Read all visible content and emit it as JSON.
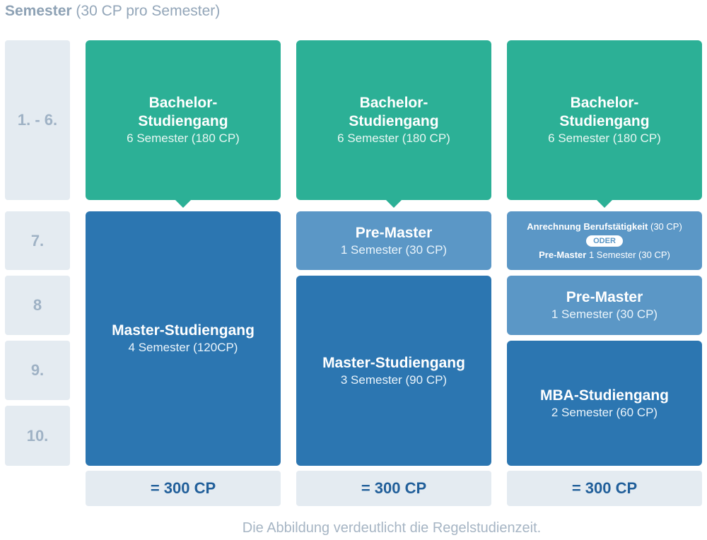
{
  "header": {
    "title": "Semester",
    "subtitle": "(30 CP pro Semester)"
  },
  "semesters": [
    "1. - 6.",
    "7.",
    "8",
    "9.",
    "10."
  ],
  "columns": [
    {
      "bachelor": {
        "title_line1": "Bachelor-",
        "title_line2": "Studiengang",
        "sub": "6 Semester (180 CP)"
      },
      "master": {
        "title": "Master-Studiengang",
        "sub": "4 Semester (120CP)"
      },
      "total": "= 300 CP"
    },
    {
      "bachelor": {
        "title_line1": "Bachelor-",
        "title_line2": "Studiengang",
        "sub": "6 Semester (180 CP)"
      },
      "premaster": {
        "title": "Pre-Master",
        "sub": "1 Semester (30 CP)"
      },
      "master": {
        "title": "Master-Studiengang",
        "sub": "3 Semester (90 CP)"
      },
      "total": "= 300 CP"
    },
    {
      "bachelor": {
        "title_line1": "Bachelor-",
        "title_line2": "Studiengang",
        "sub": "6 Semester (180 CP)"
      },
      "option": {
        "line1_bold": "Anrechnung Berufstätigkeit",
        "line1_rest": "(30 CP)",
        "oder": "ODER",
        "line2_bold": "Pre-Master",
        "line2_rest": "1 Semester (30 CP)"
      },
      "premaster": {
        "title": "Pre-Master",
        "sub": "1 Semester (30 CP)"
      },
      "mba": {
        "title": "MBA-Studiengang",
        "sub": "2 Semester (60 CP)"
      },
      "total": "= 300 CP"
    }
  ],
  "caption": "Die Abbildung verdeutlicht die Regelstudienzeit.",
  "colors": {
    "bachelor": "#2cb096",
    "master": "#2c76b1",
    "premaster": "#5b97c6",
    "semester_bg": "#e4ebf1",
    "total_text": "#215f9a"
  }
}
